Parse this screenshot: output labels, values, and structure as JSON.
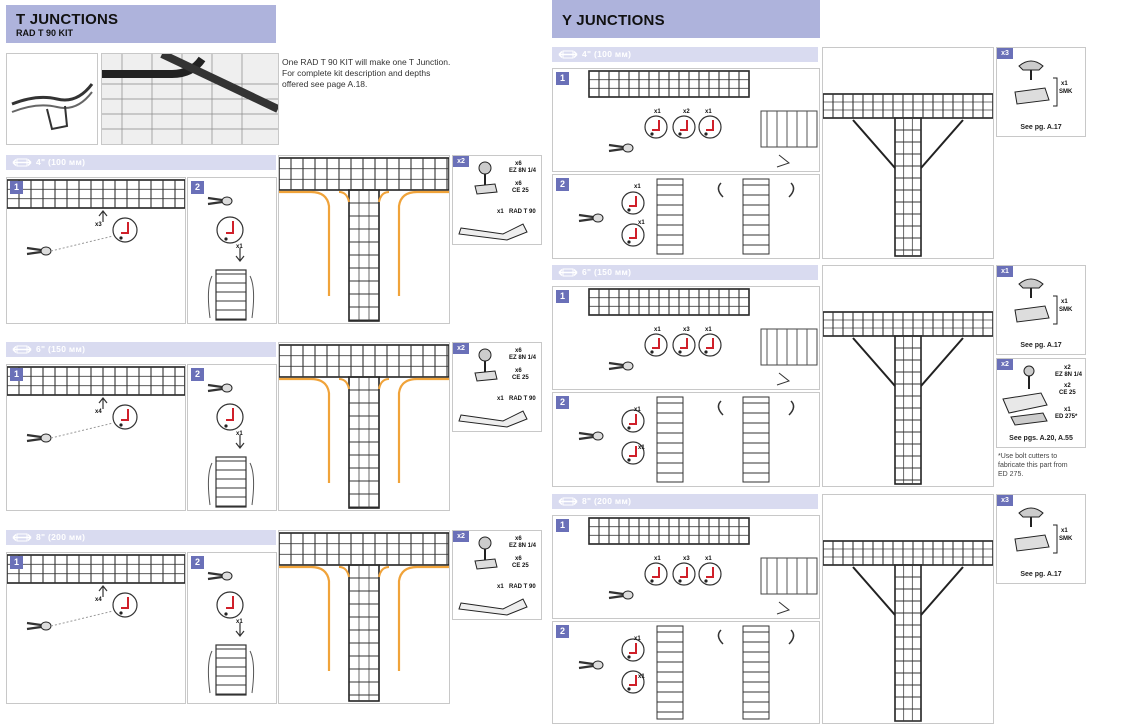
{
  "t_junctions": {
    "title": "T JUNCTIONS",
    "subtitle": "RAD T 90 KIT",
    "intro": [
      "One RAD T 90 KIT will make one T Junction.",
      "For complete kit description and depths",
      "offered see page A.18."
    ],
    "sections": [
      {
        "size": "4\" (100 мм)",
        "step1": "1",
        "step2": "2",
        "qty_step1": "x3",
        "qty_step2": "x1",
        "kit_qty": "x2",
        "parts": [
          {
            "qty": "x6",
            "name": "EZ 8N 1/4"
          },
          {
            "qty": "x6",
            "name": "CE 25"
          },
          {
            "qty": "x1",
            "name": "RAD T 90"
          }
        ]
      },
      {
        "size": "6\" (150 мм)",
        "step1": "1",
        "step2": "2",
        "qty_step1": "x4",
        "qty_step2": "x1",
        "kit_qty": "x2",
        "parts": [
          {
            "qty": "x6",
            "name": "EZ 8N 1/4"
          },
          {
            "qty": "x6",
            "name": "CE 25"
          },
          {
            "qty": "x1",
            "name": "RAD T 90"
          }
        ]
      },
      {
        "size": "8\" (200 мм)",
        "step1": "1",
        "step2": "2",
        "qty_step1": "x4",
        "qty_step2": "x1",
        "kit_qty": "x2",
        "parts": [
          {
            "qty": "x6",
            "name": "EZ 8N 1/4"
          },
          {
            "qty": "x6",
            "name": "CE 25"
          },
          {
            "qty": "x1",
            "name": "RAD T 90"
          }
        ]
      }
    ]
  },
  "y_junctions": {
    "title": "Y JUNCTIONS",
    "sections": [
      {
        "size": "4\" (100 мм)",
        "step1": "1",
        "step2": "2",
        "qty_top": [
          "x1",
          "x2",
          "x1"
        ],
        "qty_side": [
          "x1",
          "x1"
        ],
        "kits": [
          {
            "qty": "x3",
            "parts": [
              {
                "qty": "x1",
                "name": "SMK"
              }
            ],
            "see": "See pg. A.17"
          }
        ]
      },
      {
        "size": "6\" (150 мм)",
        "step1": "1",
        "step2": "2",
        "qty_top": [
          "x1",
          "x3",
          "x1"
        ],
        "qty_side": [
          "x1",
          "x1"
        ],
        "kits": [
          {
            "qty": "x1",
            "parts": [
              {
                "qty": "x1",
                "name": "SMK"
              }
            ],
            "see": "See pg. A.17"
          },
          {
            "qty": "x2",
            "parts": [
              {
                "qty": "x2",
                "name": "EZ 8N 1/4"
              },
              {
                "qty": "x2",
                "name": "CE 25"
              },
              {
                "qty": "x1",
                "name": "ED 275*"
              }
            ],
            "see": "See pgs. A.20, A.55"
          }
        ],
        "note": [
          "*Use bolt cutters to",
          "fabricate this part from",
          "ED 275."
        ]
      },
      {
        "size": "8\" (200 мм)",
        "step1": "1",
        "step2": "2",
        "qty_top": [
          "x1",
          "x3",
          "x1"
        ],
        "qty_side": [
          "x1",
          "x1"
        ],
        "kits": [
          {
            "qty": "x3",
            "parts": [
              {
                "qty": "x1",
                "name": "SMK"
              }
            ],
            "see": "See pg. A.17"
          }
        ]
      }
    ]
  },
  "colors": {
    "header": "#aeb3dc",
    "band": "#d9dbf0",
    "badge": "#6a70b8",
    "accent_orange": "#f0a33a",
    "accent_red": "#d0202a"
  }
}
